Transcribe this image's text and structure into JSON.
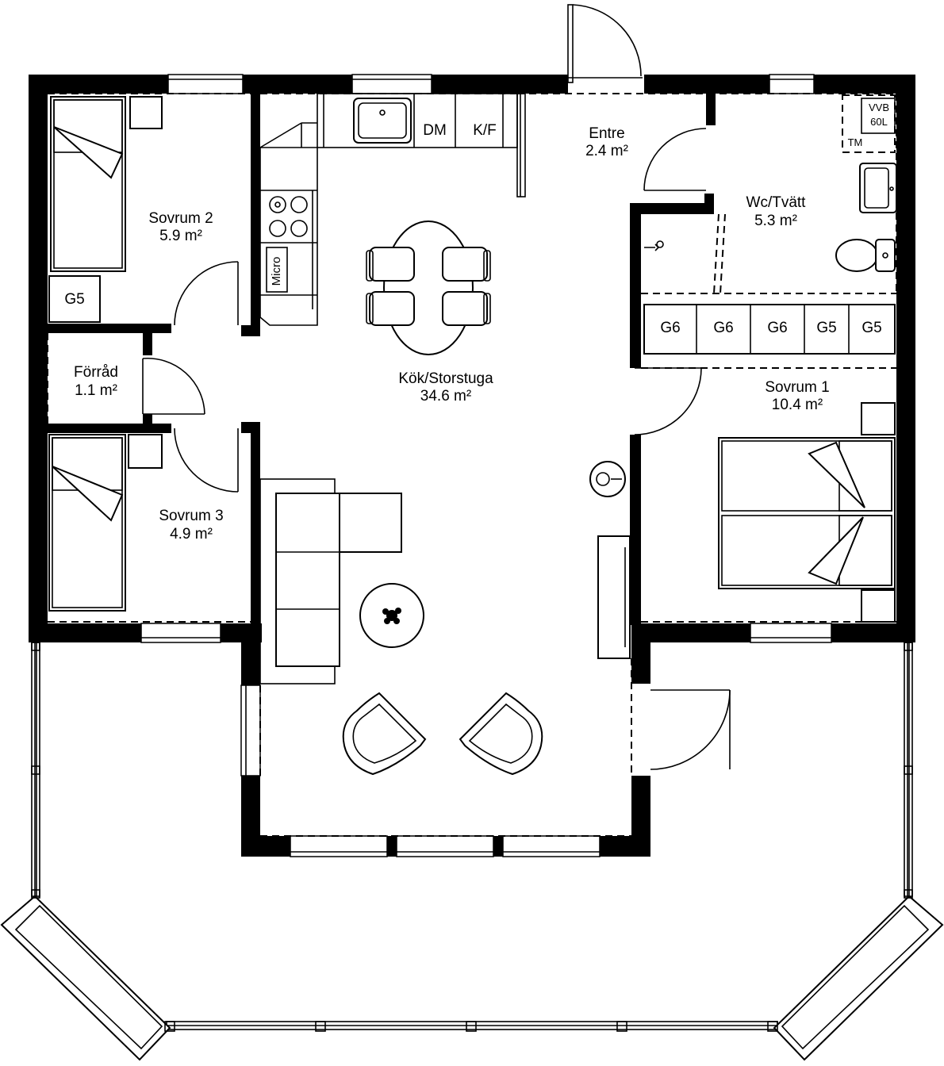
{
  "rooms": {
    "sovrum2": {
      "name": "Sovrum 2",
      "area": "5.9 m²"
    },
    "forrad": {
      "name": "Förråd",
      "area": "1.1 m²"
    },
    "sovrum3": {
      "name": "Sovrum 3",
      "area": "4.9 m²"
    },
    "kok": {
      "name": "Kök/Storstuga",
      "area": "34.6 m²"
    },
    "entre": {
      "name": "Entre",
      "area": "2.4 m²"
    },
    "wc": {
      "name": "Wc/Tvätt",
      "area": "5.3 m²"
    },
    "sovrum1": {
      "name": "Sovrum 1",
      "area": "10.4 m²"
    }
  },
  "fixtures": {
    "dishwasher": "DM",
    "fridge": "K/F",
    "micro": "Micro",
    "water_heater_line1": "VVB",
    "water_heater_line2": "60L",
    "dryer": "TM"
  },
  "wardrobes": {
    "sovrum2": "G5",
    "sovrum1": [
      "G6",
      "G6",
      "G6",
      "G5",
      "G5"
    ]
  },
  "colors": {
    "wall": "#000000",
    "background": "#ffffff"
  }
}
